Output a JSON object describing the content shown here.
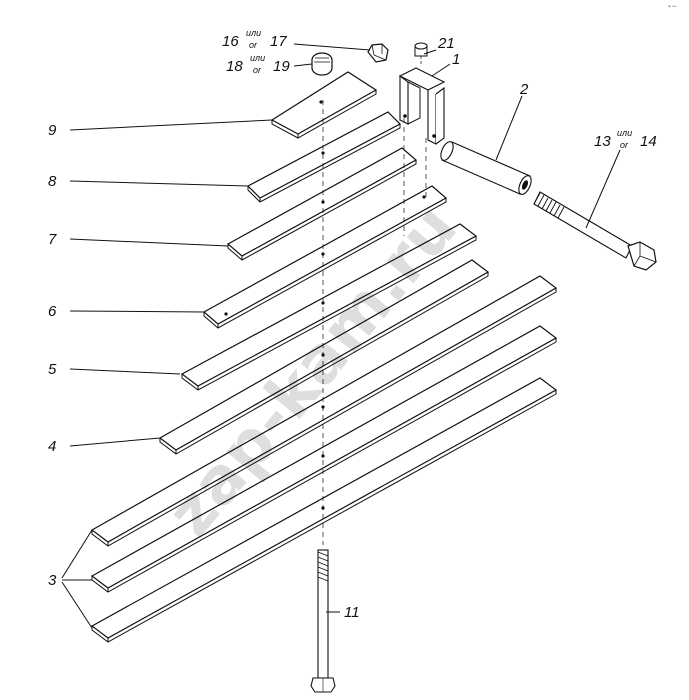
{
  "diagram": {
    "corner_mark": "ᵃᵖ ⁿⁿⁿ",
    "watermark": "zap-kam.ru",
    "labels": {
      "l16": "16",
      "l16_sup": "или",
      "l16_sub": "or",
      "l17": "17",
      "l18": "18",
      "l18_sup": "или",
      "l18_sub": "or",
      "l19": "19",
      "l21": "21",
      "l1": "1",
      "l2": "2",
      "l13": "13",
      "l13_sup": "или",
      "l13_sub": "or",
      "l14": "14",
      "l9": "9",
      "l8": "8",
      "l7": "7",
      "l6": "6",
      "l5": "5",
      "l4": "4",
      "l3": "3",
      "l11": "11"
    }
  }
}
